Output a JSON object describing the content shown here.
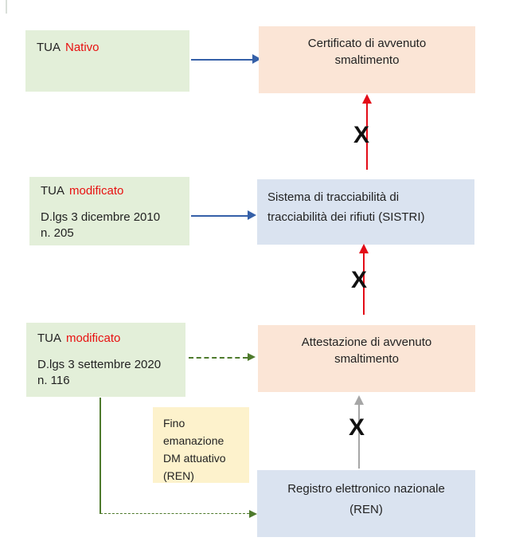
{
  "colors": {
    "green_fill": "#e3efd9",
    "peach_fill": "#fbe5d6",
    "blue_fill": "#dae3f0",
    "yellow_fill": "#fdf2cc",
    "blue_arrow": "#3560a8",
    "red_arrow": "#e30b17",
    "red_text": "#e81010",
    "gray_arrow": "#a6a6a6",
    "dark_green": "#4e7a2c"
  },
  "boxes": {
    "tua_nativo": {
      "prefix": "TUA",
      "emphasis": "Nativo"
    },
    "certificato": {
      "line1": "Certificato di avvenuto",
      "line2": "smaltimento"
    },
    "tua_modificato_2010": {
      "prefix": "TUA",
      "emphasis": "modificato",
      "law_line1": "D.lgs 3 dicembre 2010",
      "law_line2": "n. 205"
    },
    "sistri": {
      "line1": "Sistema di tracciabilità di",
      "line2": "tracciabilità dei rifiuti (SISTRI)"
    },
    "tua_modificato_2020": {
      "prefix": "TUA",
      "emphasis": "modificato",
      "law_line1": "D.lgs 3 settembre 2020",
      "law_line2": "n. 116"
    },
    "attestazione": {
      "line1": "Attestazione di avvenuto",
      "line2": "smaltimento"
    },
    "fino_emanazione": {
      "line1": "Fino",
      "line2": "emanazione",
      "line3": "DM attuativo",
      "line4": "(REN)"
    },
    "ren": {
      "line1": "Registro elettronico nazionale",
      "line2": "(REN)"
    }
  },
  "marks": {
    "cross1": "X",
    "cross2": "X",
    "cross3": "X"
  }
}
